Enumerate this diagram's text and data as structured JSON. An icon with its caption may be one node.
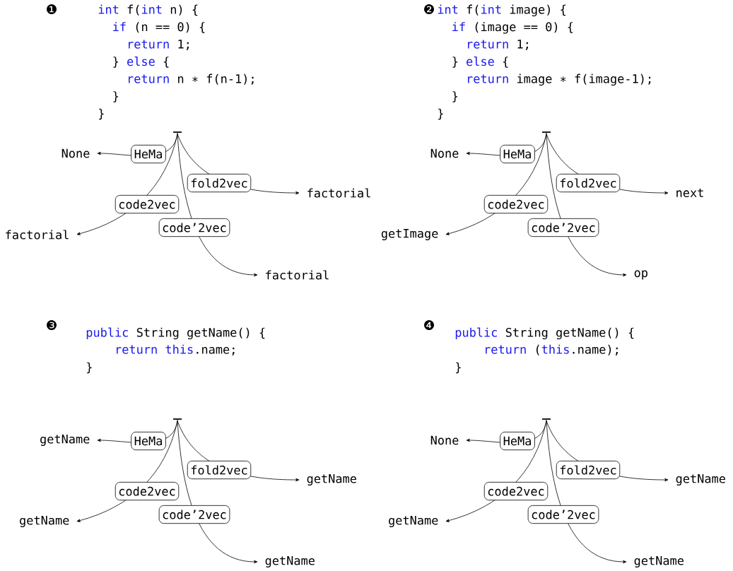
{
  "diagram": {
    "nodes": [
      {
        "text": [],
        "shape": "bar"
      },
      {
        "text": [
          "None"
        ]
      },
      {
        "text": [
          "factorial"
        ]
      },
      {
        "text": [
          "factorial"
        ]
      },
      {
        "text": [
          "factorial"
        ]
      },
      {
        "text": [],
        "shape": "bar"
      },
      {
        "text": [
          "None"
        ]
      },
      {
        "text": [
          "next"
        ]
      },
      {
        "text": [
          "getImage"
        ]
      },
      {
        "text": [
          "op"
        ]
      },
      {
        "text": [],
        "shape": "bar"
      },
      {
        "text": [
          "getName"
        ]
      },
      {
        "text": [
          "getName"
        ]
      },
      {
        "text": [
          "getName"
        ]
      },
      {
        "text": [
          "getName"
        ]
      },
      {
        "text": [],
        "shape": "bar"
      },
      {
        "text": [
          "None"
        ]
      },
      {
        "text": [
          "getName"
        ]
      },
      {
        "text": [
          "getName"
        ]
      },
      {
        "text": [
          "getName"
        ]
      }
    ],
    "edges": [
      {
        "from": 0,
        "to": 1,
        "arrow": "to",
        "label": "HeMa"
      },
      {
        "from": 0,
        "to": 2,
        "arrow": "to",
        "label": "fold2vec"
      },
      {
        "from": 0,
        "to": 3,
        "arrow": "to",
        "label": "code2vec"
      },
      {
        "from": 0,
        "to": 4,
        "arrow": "to",
        "label": "code’2vec"
      },
      {
        "from": 5,
        "to": 6,
        "arrow": "to",
        "label": "HeMa"
      },
      {
        "from": 5,
        "to": 7,
        "arrow": "to",
        "label": "fold2vec"
      },
      {
        "from": 5,
        "to": 8,
        "arrow": "to",
        "label": "code2vec"
      },
      {
        "from": 5,
        "to": 9,
        "arrow": "to",
        "label": "code’2vec"
      },
      {
        "from": 10,
        "to": 11,
        "arrow": "to",
        "label": "HeMa"
      },
      {
        "from": 10,
        "to": 12,
        "arrow": "to",
        "label": "fold2vec"
      },
      {
        "from": 10,
        "to": 13,
        "arrow": "to",
        "label": "code2vec"
      },
      {
        "from": 10,
        "to": 14,
        "arrow": "to",
        "label": "code’2vec"
      },
      {
        "from": 15,
        "to": 16,
        "arrow": "to",
        "label": "HeMa"
      },
      {
        "from": 15,
        "to": 17,
        "arrow": "to",
        "label": "fold2vec"
      },
      {
        "from": 15,
        "to": 18,
        "arrow": "to",
        "label": "code2vec"
      },
      {
        "from": 15,
        "to": 19,
        "arrow": "to",
        "label": "code’2vec"
      }
    ],
    "labels": [
      "❶",
      "int",
      "f(",
      "int",
      "n) {",
      "if",
      "(n == 0) {",
      "return",
      "1;",
      "}",
      "else",
      "{",
      "return",
      "n ∗ f(n-1);",
      "}",
      "}",
      "❷",
      "int",
      "f(",
      "int",
      "image) {",
      "if",
      "(image == 0) {",
      "return",
      "1;",
      "}",
      "else",
      "{",
      "return",
      "image ∗ f(image-1);",
      "}",
      "}",
      "❸",
      "public",
      "String getName() {",
      "return",
      "this",
      ".name;",
      "}",
      "❹",
      "public",
      "String getName() {",
      "return",
      "(",
      "this",
      ".name);",
      "}"
    ]
  }
}
